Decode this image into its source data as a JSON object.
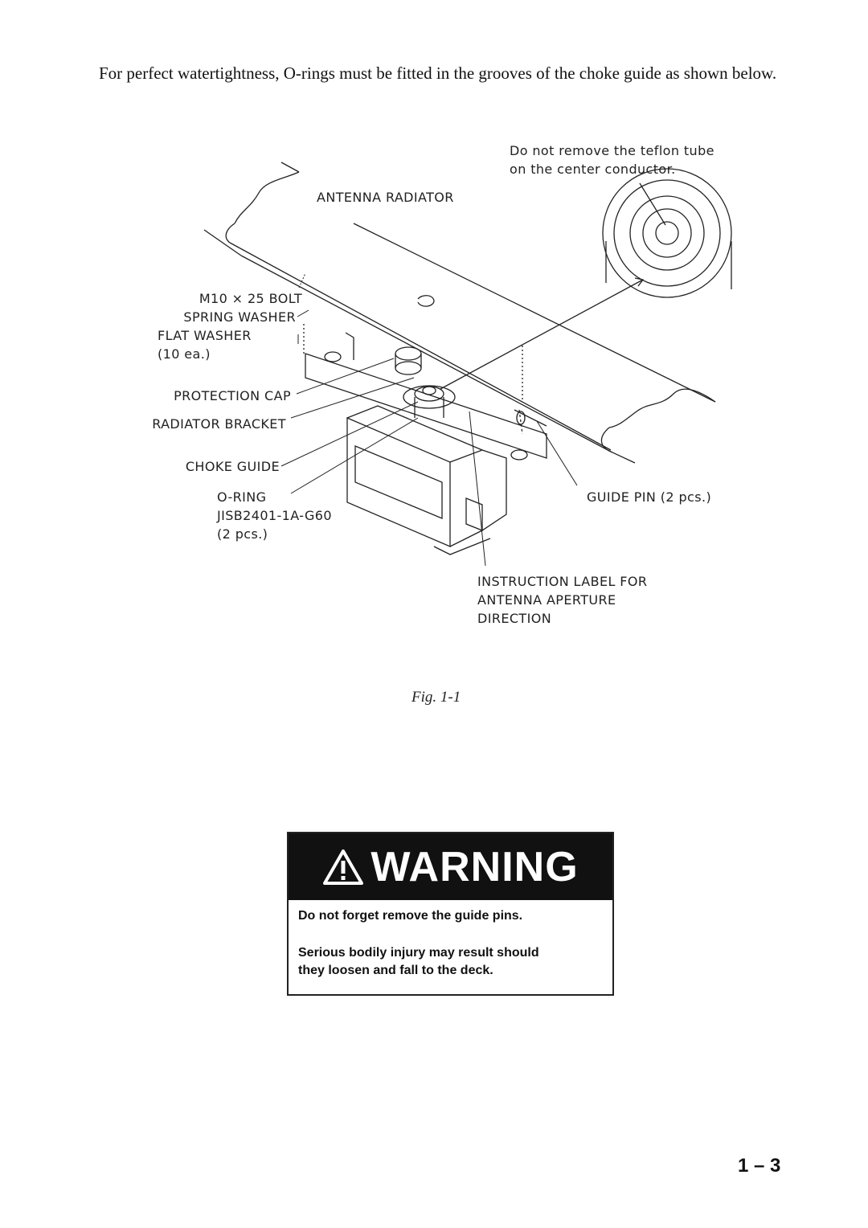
{
  "intro_text": "For perfect watertightness, O-rings must be fitted in the grooves of the choke guide as shown below.",
  "figure": {
    "labels": {
      "teflon_note_1": "Do not remove the teflon tube",
      "teflon_note_2": "on the center conductor.",
      "antenna_radiator": "ANTENNA RADIATOR",
      "bolt": "M10 × 25 BOLT",
      "spring_washer": "SPRING WASHER",
      "flat_washer": "FLAT WASHER",
      "washer_qty": "(10 ea.)",
      "protection_cap": "PROTECTION CAP",
      "radiator_bracket": "RADIATOR BRACKET",
      "choke_guide": "CHOKE GUIDE",
      "o_ring": "O-RING",
      "o_ring_spec": "JISB2401-1A-G60",
      "o_ring_qty": "(2 pcs.)",
      "guide_pin": "GUIDE PIN (2 pcs.)",
      "instruction_label_1": "INSTRUCTION LABEL FOR",
      "instruction_label_2": "ANTENNA APERTURE",
      "instruction_label_3": "DIRECTION"
    },
    "caption": "Fig. 1-1"
  },
  "warning": {
    "title": "WARNING",
    "icon": "warning-triangle-icon",
    "line1": "Do not forget remove the guide pins.",
    "line2": "Serious bodily injury may result should",
    "line3": "they loosen and fall to the deck."
  },
  "page_number": "1 – 3"
}
